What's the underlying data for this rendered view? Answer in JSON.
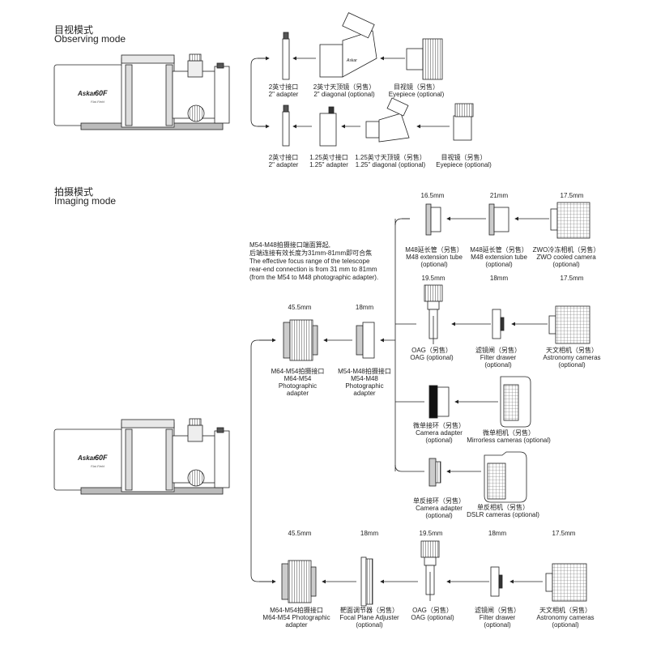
{
  "observing": {
    "title_cn": "目视模式",
    "title_en": "Observing mode",
    "row1": {
      "adapter": {
        "cn": "2英寸接口",
        "en": "2\" adapter"
      },
      "diagonal": {
        "cn": "2英寸天顶镜（另售）",
        "en": "2\" diagonal (optional)"
      },
      "eyepiece": {
        "cn": "目视镜（另售）",
        "en": "Eyepiece (optional)"
      }
    },
    "row2": {
      "adapter": {
        "cn": "2英寸接口",
        "en": "2\" adapter"
      },
      "adapter125": {
        "cn": "1.25英寸接口",
        "en": "1.25\" adapter"
      },
      "diagonal": {
        "cn": "1.25英寸天顶镜（另售）",
        "en": "1.25\" diagonal (optional)"
      },
      "eyepiece": {
        "cn": "目视镜（另售）",
        "en": "Eyepiece (optional)"
      }
    }
  },
  "imaging": {
    "title_cn": "拍摄模式",
    "title_en": "Imaging mode",
    "note": [
      "M54-M48拍摄接口端面算起,",
      "后端连接有效长度为31mm-81mm即可合焦",
      "The effective focus range of the telescope",
      "rear-end connection is from 31 mm to 81mm",
      "(from the M54 to M48 photographic adapter)."
    ],
    "m64": {
      "dim": "45.5mm",
      "cn": "M64-M54拍摄接口",
      "en1": "M64-M54",
      "en2": "Photographic",
      "en3": "adapter"
    },
    "m54": {
      "dim": "18mm",
      "cn": "M54-M48拍摄接口",
      "en1": "M54-M48",
      "en2": "Photographic",
      "en3": "adapter"
    },
    "branch1": {
      "ext1": {
        "dim": "16.5mm",
        "cn": "M48延长管（另售）",
        "en1": "M48 extension tube",
        "en2": "(optional)"
      },
      "ext2": {
        "dim": "21mm",
        "cn": "M48延长管（另售）",
        "en1": "M48 extension tube",
        "en2": "(optional)"
      },
      "zwo": {
        "dim": "17.5mm",
        "cn": "ZWO冷冻相机（另售）",
        "en1": "ZWO cooled camera",
        "en2": "(optional)"
      }
    },
    "branch2": {
      "oag": {
        "dim": "19.5mm",
        "cn": "OAG（另售）",
        "en1": "OAG (optional)"
      },
      "filter": {
        "dim": "18mm",
        "cn": "滤镜闸（另售）",
        "en1": "Filter drawer",
        "en2": "(optional)"
      },
      "astro": {
        "dim": "17.5mm",
        "cn": "天文相机（另售）",
        "en1": "Astronomy cameras",
        "en2": "(optional)"
      }
    },
    "branch3": {
      "adapter": {
        "cn": "微单接环（另售）",
        "en1": "Camera adapter",
        "en2": "(optional)"
      },
      "camera": {
        "cn": "微单相机（另售）",
        "en1": "Mirrorless cameras (optional)"
      }
    },
    "branch4": {
      "adapter": {
        "cn": "单反接环（另售）",
        "en1": "Camera adapter",
        "en2": "(optional)"
      },
      "camera": {
        "cn": "单反相机（另售）",
        "en1": "DSLR cameras  (optional)"
      }
    },
    "bottom": {
      "m64": {
        "dim": "45.5mm",
        "cn": "M64-M54拍摄接口",
        "en1": "M64-M54 Photographic",
        "en2": "adapter"
      },
      "fpa": {
        "dim": "18mm",
        "cn": "靶面调节器（另售）",
        "en1": "Focal Plane Adjuster",
        "en2": "(optional)"
      },
      "oag": {
        "dim": "19.5mm",
        "cn": "OAG（另售）",
        "en1": "OAG (optional)"
      },
      "filter": {
        "dim": "18mm",
        "cn": "滤镜闸（另售）",
        "en1": "Filter drawer",
        "en2": "(optional)"
      },
      "astro": {
        "dim": "17.5mm",
        "cn": "天文相机（另售）",
        "en1": "Astronomy cameras",
        "en2": "(optional)"
      }
    }
  },
  "telescope": {
    "brand": "Askar",
    "model": "60F",
    "sub": "Flat-Field"
  }
}
